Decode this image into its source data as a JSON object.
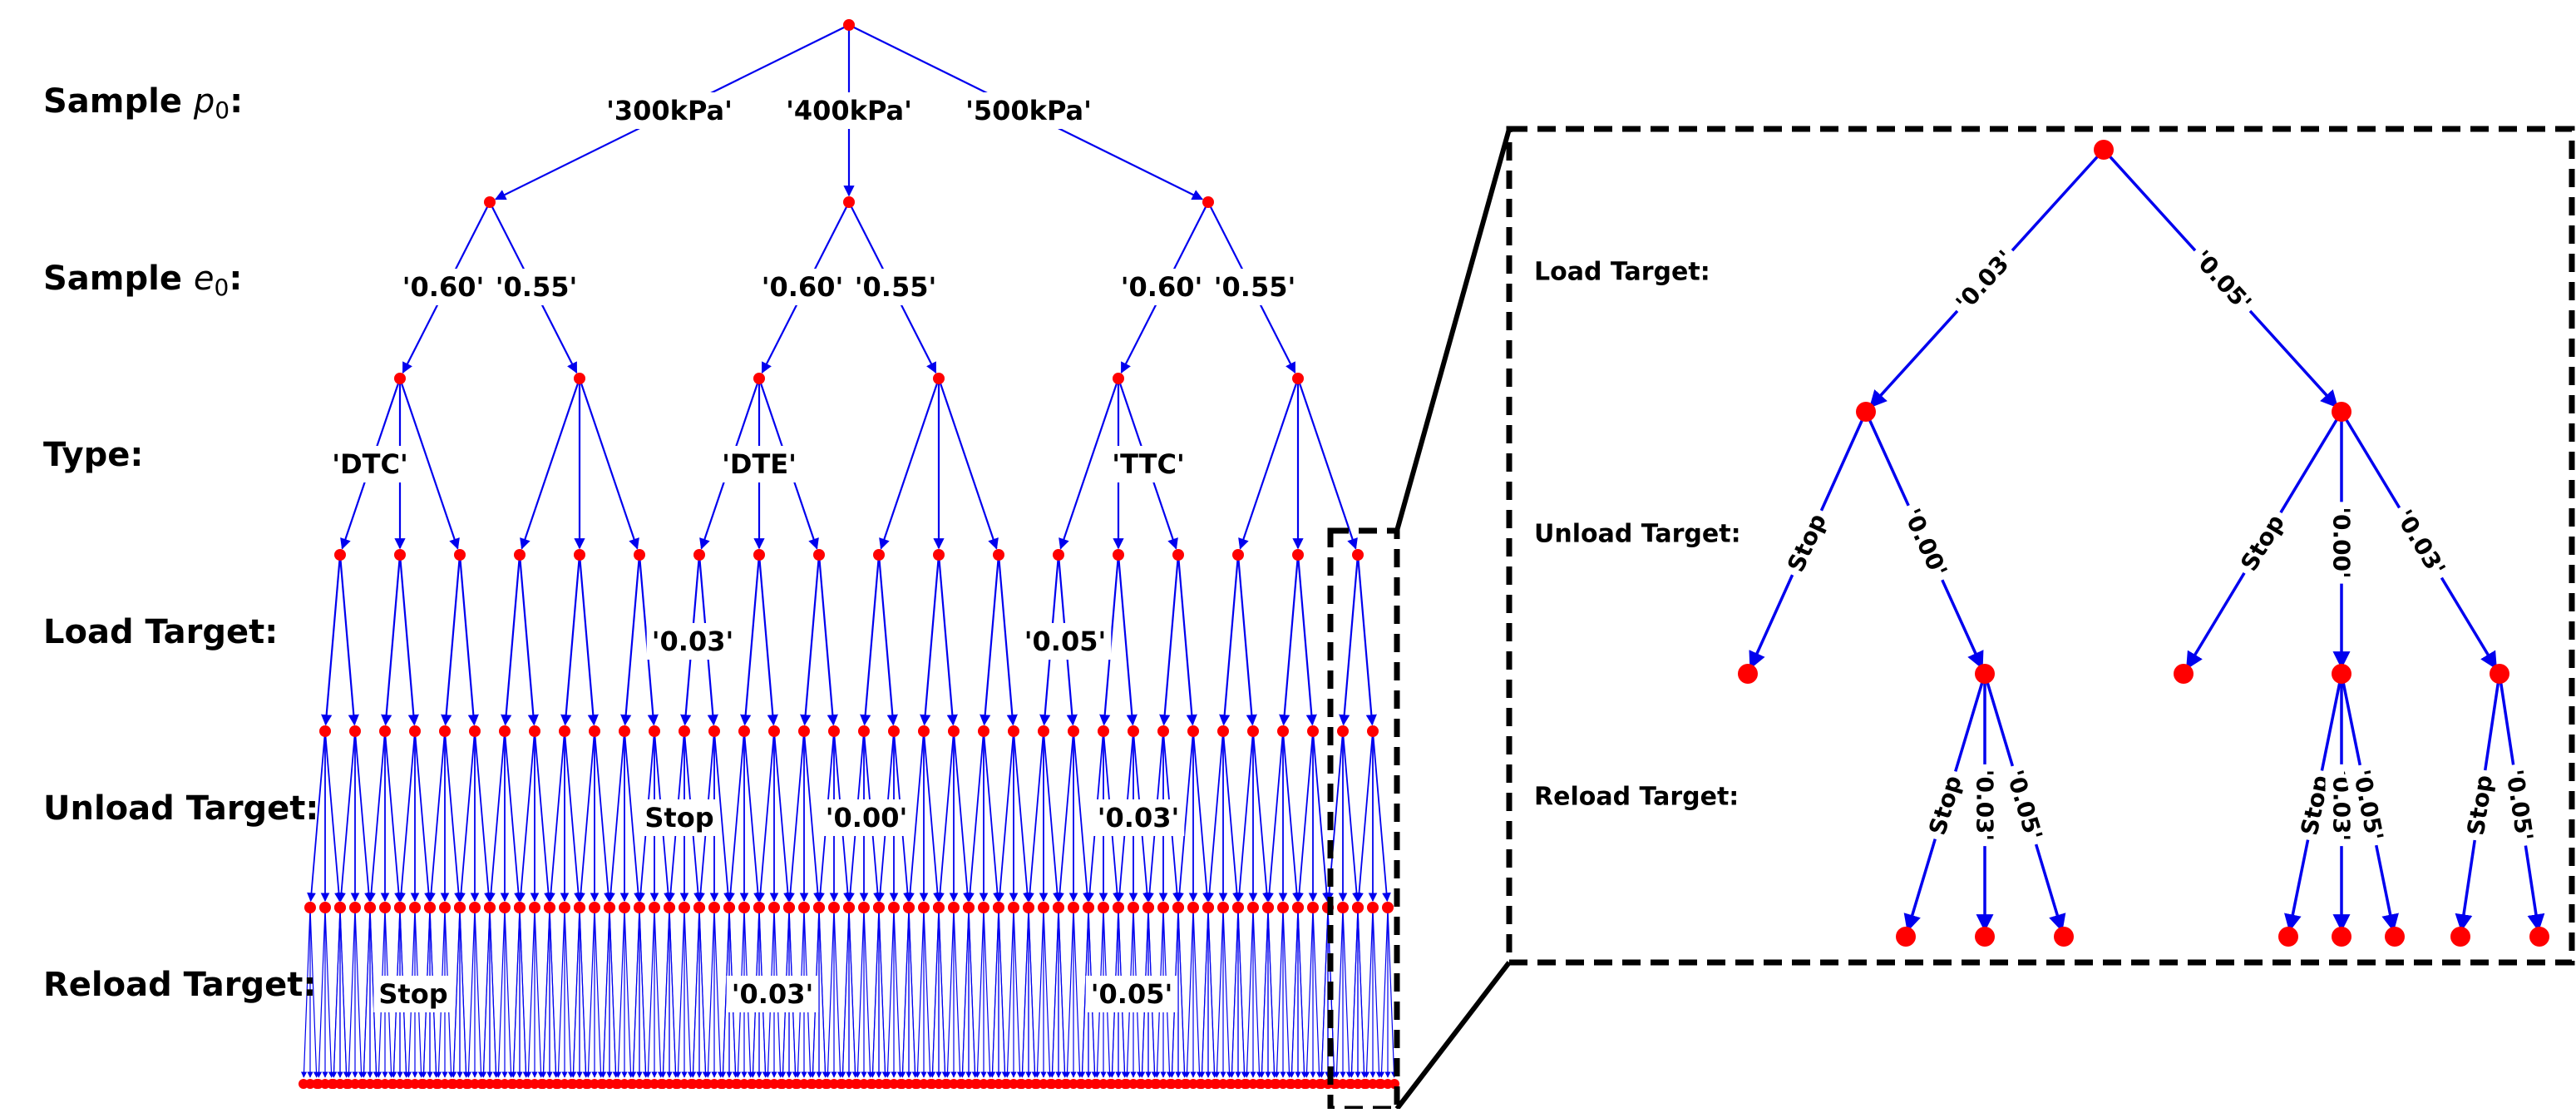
{
  "levels": [
    "Sample p0:",
    "Sample e0:",
    "Type:",
    "Load Target:",
    "Unload Target:",
    "Reload Target:"
  ],
  "levels_math": {
    "p0": "p",
    "p0_sub": "0",
    "e0": "e",
    "e0_sub": "0"
  },
  "labels": {
    "p0": [
      "'300kPa'",
      "'400kPa'",
      "'500kPa'"
    ],
    "e0": [
      "'0.60'",
      "'0.55'"
    ],
    "type": [
      "'DTC'",
      "'DTE'",
      "'TTC'"
    ],
    "load": [
      "'0.03'",
      "'0.05'"
    ],
    "unload": [
      "Stop",
      "'0.00'",
      "'0.03'"
    ],
    "reload": [
      "Stop",
      "'0.03'",
      "'0.05'"
    ]
  },
  "zoom": {
    "levels": [
      "Load Target:",
      "Unload Target:",
      "Reload Target:"
    ],
    "load": [
      "'0.03'",
      "'0.05'"
    ],
    "unload_left": [
      "Stop",
      "'0.00'"
    ],
    "unload_right": [
      "Stop",
      "'0.00'",
      "'0.03'"
    ],
    "reload_mid": [
      "Stop",
      "'0.03'",
      "'0.05'"
    ],
    "reload_a": [
      "Stop",
      "'0.03'",
      "'0.05'"
    ],
    "reload_b": [
      "Stop",
      "'0.05'"
    ]
  },
  "colors": {
    "edge": "#0000ee",
    "node": "#ff0000",
    "frame": "#000000"
  }
}
